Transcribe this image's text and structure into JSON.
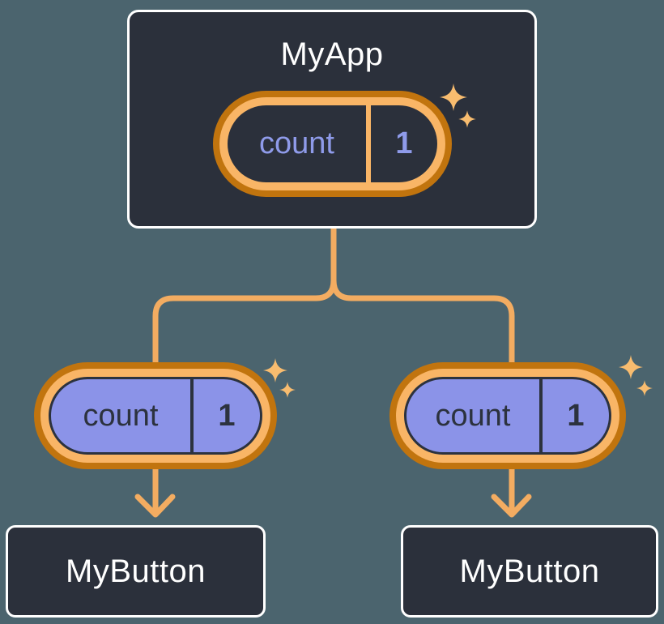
{
  "diagram": {
    "description": "Component tree with shared state passed from parent to children",
    "root": {
      "title": "MyApp",
      "state": {
        "label": "count",
        "value": "1"
      }
    },
    "children": [
      {
        "title": "MyButton",
        "state": {
          "label": "count",
          "value": "1"
        }
      },
      {
        "title": "MyButton",
        "state": {
          "label": "count",
          "value": "1"
        }
      }
    ],
    "icons": {
      "sparkle": "sparkle-icon",
      "arrow": "arrow-down-icon",
      "wires": "connector-lines"
    },
    "colors": {
      "background": "#4B646E",
      "surface": "#2B303B",
      "surface-border": "#FFFFFF",
      "text-light": "#FFFFFF",
      "orange-dark": "#C1740E",
      "orange-light": "#F9B566",
      "wire": "#F3AC61",
      "purple-fill": "#8B93E8",
      "purple-text": "#8F9BEA",
      "ink": "#2C323E",
      "sparkle": "#F8BC6F"
    }
  }
}
